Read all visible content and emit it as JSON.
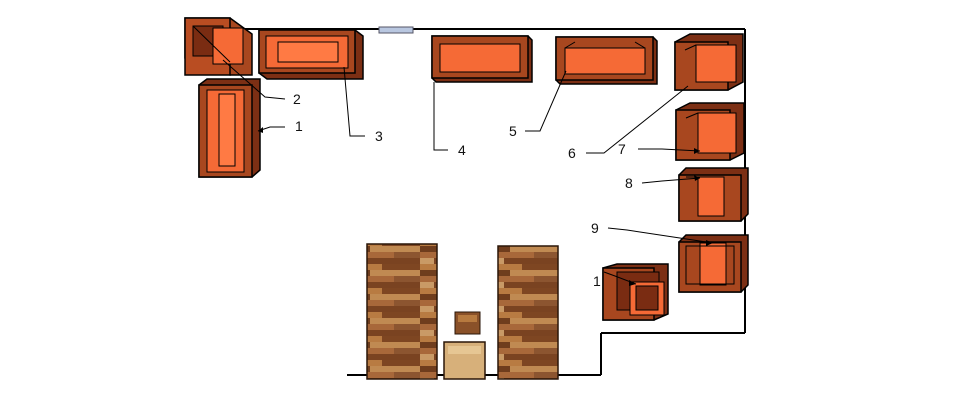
{
  "diagram": {
    "labels": {
      "l1": "1",
      "l2": "2",
      "l3": "3",
      "l4": "4",
      "l5": "5",
      "l6": "6",
      "l7": "7",
      "l8": "8",
      "l9": "9",
      "l10": "1"
    },
    "colors": {
      "wall": "#000000",
      "crate_dark": "#a8471f",
      "crate_light": "#f56a36",
      "wood_dark": "#8a5129",
      "wood_light": "#b77a3f",
      "pale_box": "#d7b07a",
      "window": "#b9c7e0"
    }
  }
}
